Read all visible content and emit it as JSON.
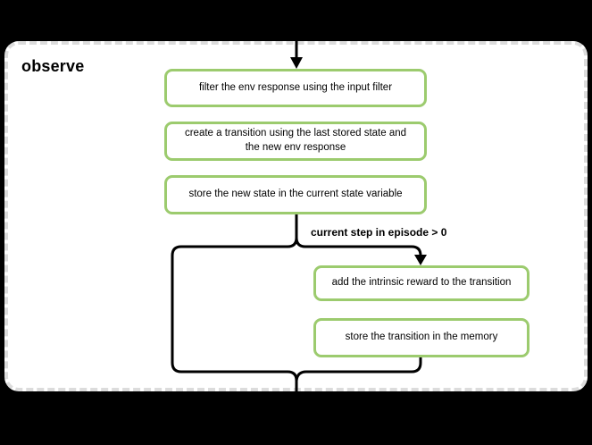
{
  "colors": {
    "bg_outside": "#000000",
    "container_fill": "#ffffff",
    "container_border": "#dcdcdc",
    "node_border": "#9ccb6e",
    "line_color": "#000000",
    "text_color": "#000000"
  },
  "container": {
    "title": "observe"
  },
  "flow": {
    "steps": [
      {
        "id": "filter-env-response",
        "label": "filter the env response using the input filter"
      },
      {
        "id": "create-transition",
        "label": "create a transition using the last stored state and the new env response"
      },
      {
        "id": "store-new-state",
        "label": "store the new state in the current state variable"
      }
    ],
    "branch": {
      "condition_label": "current step in episode > 0",
      "steps": [
        {
          "id": "add-intrinsic-reward",
          "label": "add the intrinsic reward to the transition"
        },
        {
          "id": "store-transition",
          "label": "store the transition in the memory"
        }
      ]
    }
  }
}
